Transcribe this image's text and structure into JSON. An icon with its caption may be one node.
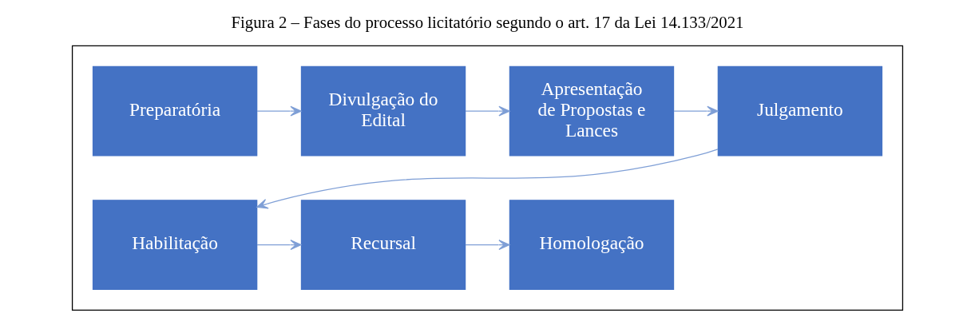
{
  "diagram": {
    "title": "Figura 2 – Fases do processo licitatório segundo o art. 17 da Lei 14.133/2021",
    "nodes": [
      {
        "text": [],
        "shape": "box"
      },
      {
        "text": [
          "Preparatória"
        ],
        "in": 0
      },
      {
        "text": [
          "Divulgação do Edital"
        ],
        "in": 0
      },
      {
        "text": [
          "Apresentação de Propostas e Lances"
        ],
        "in": 0
      },
      {
        "text": [
          "Julgamento"
        ],
        "in": 0
      },
      {
        "text": [
          "Habilitação"
        ],
        "in": 0
      },
      {
        "text": [
          "Recursal"
        ],
        "in": 0
      },
      {
        "text": [
          "Homologação"
        ],
        "in": 0
      }
    ],
    "edges": [
      {
        "from": 1,
        "to": 2,
        "arrow": "to"
      },
      {
        "from": 2,
        "to": 3,
        "arrow": "to"
      },
      {
        "from": 3,
        "to": 4,
        "arrow": "to"
      },
      {
        "from": 4,
        "to": 5,
        "arrow": "to"
      },
      {
        "from": 5,
        "to": 6,
        "arrow": "to"
      },
      {
        "from": 6,
        "to": 7,
        "arrow": "to"
      }
    ]
  }
}
